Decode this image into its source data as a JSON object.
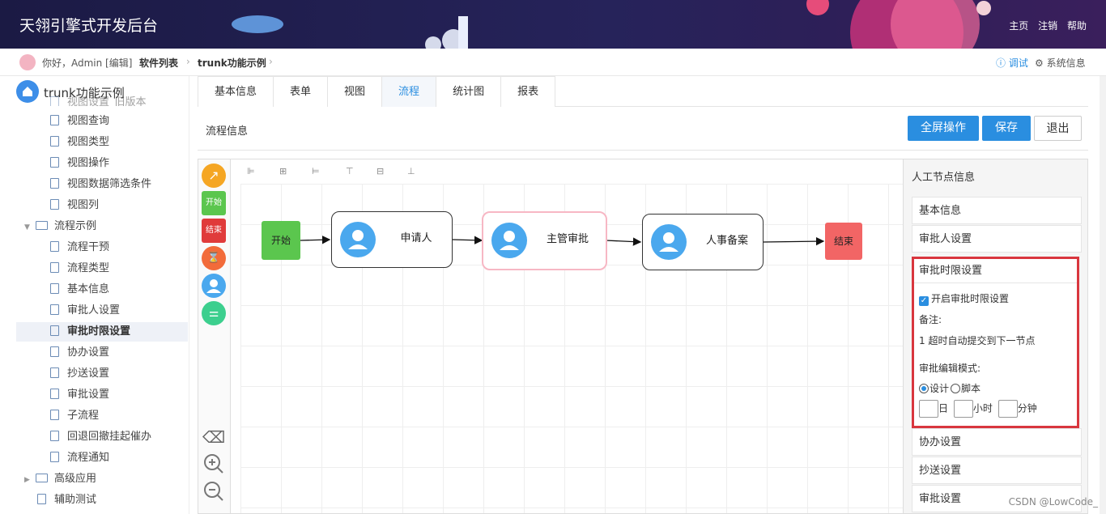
{
  "header": {
    "title": "天翎引擎式开发后台",
    "links": [
      "主页",
      "注销",
      "帮助"
    ]
  },
  "breadcrumb": {
    "greeting": "你好，Admin [编辑]",
    "items": [
      "软件列表",
      "trunk功能示例"
    ],
    "right": [
      "ⓘ 调试",
      "⚙ 系统信息"
    ]
  },
  "sidebar": {
    "root": "trunk功能示例",
    "partial": "视图设置_旧版本",
    "items": [
      {
        "label": "视图查询",
        "type": "doc"
      },
      {
        "label": "视图类型",
        "type": "doc"
      },
      {
        "label": "视图操作",
        "type": "doc"
      },
      {
        "label": "视图数据筛选条件",
        "type": "doc"
      },
      {
        "label": "视图列",
        "type": "doc"
      },
      {
        "label": "流程示例",
        "type": "folder-open"
      },
      {
        "label": "流程干预",
        "type": "doc"
      },
      {
        "label": "流程类型",
        "type": "doc"
      },
      {
        "label": "基本信息",
        "type": "doc"
      },
      {
        "label": "审批人设置",
        "type": "doc"
      },
      {
        "label": "审批时限设置",
        "type": "doc",
        "selected": true
      },
      {
        "label": "协办设置",
        "type": "doc"
      },
      {
        "label": "抄送设置",
        "type": "doc"
      },
      {
        "label": "审批设置",
        "type": "doc"
      },
      {
        "label": "子流程",
        "type": "doc"
      },
      {
        "label": "回退回撤挂起催办",
        "type": "doc"
      },
      {
        "label": "流程通知",
        "type": "doc"
      },
      {
        "label": "高级应用",
        "type": "folder"
      },
      {
        "label": "辅助测试",
        "type": "doc"
      }
    ]
  },
  "tabs": [
    "基本信息",
    "表单",
    "视图",
    "流程",
    "统计图",
    "报表"
  ],
  "active_tab": "流程",
  "toolbar": {
    "section_label": "流程信息",
    "fullscreen": "全屏操作",
    "save": "保存",
    "exit": "退出"
  },
  "flow": {
    "start_label": "开始",
    "end_label": "结束",
    "nodes": [
      "申请人",
      "主管审批",
      "人事备案"
    ],
    "tool_labels": {
      "start": "开始",
      "end": "结束"
    }
  },
  "panel": {
    "title": "人工节点信息",
    "sections": [
      "基本信息",
      "审批人设置",
      "审批时限设置",
      "协办设置",
      "抄送设置",
      "审批设置"
    ],
    "limit": {
      "enable_label": "开启审批时限设置",
      "enabled": true,
      "note_label": "备注:",
      "note_text": "1 超时自动提交到下一节点",
      "mode_label": "审批编辑模式:",
      "mode_options": [
        "设计",
        "脚本"
      ],
      "mode_selected": "设计",
      "unit_day": "日",
      "unit_hour": "小时",
      "unit_minute": "分钟"
    }
  },
  "watermark": "CSDN @LowCode_",
  "colors": {
    "accent": "#2a8ee0",
    "start": "#5bc64e",
    "end": "#f26565",
    "highlight": "#d9363e"
  }
}
